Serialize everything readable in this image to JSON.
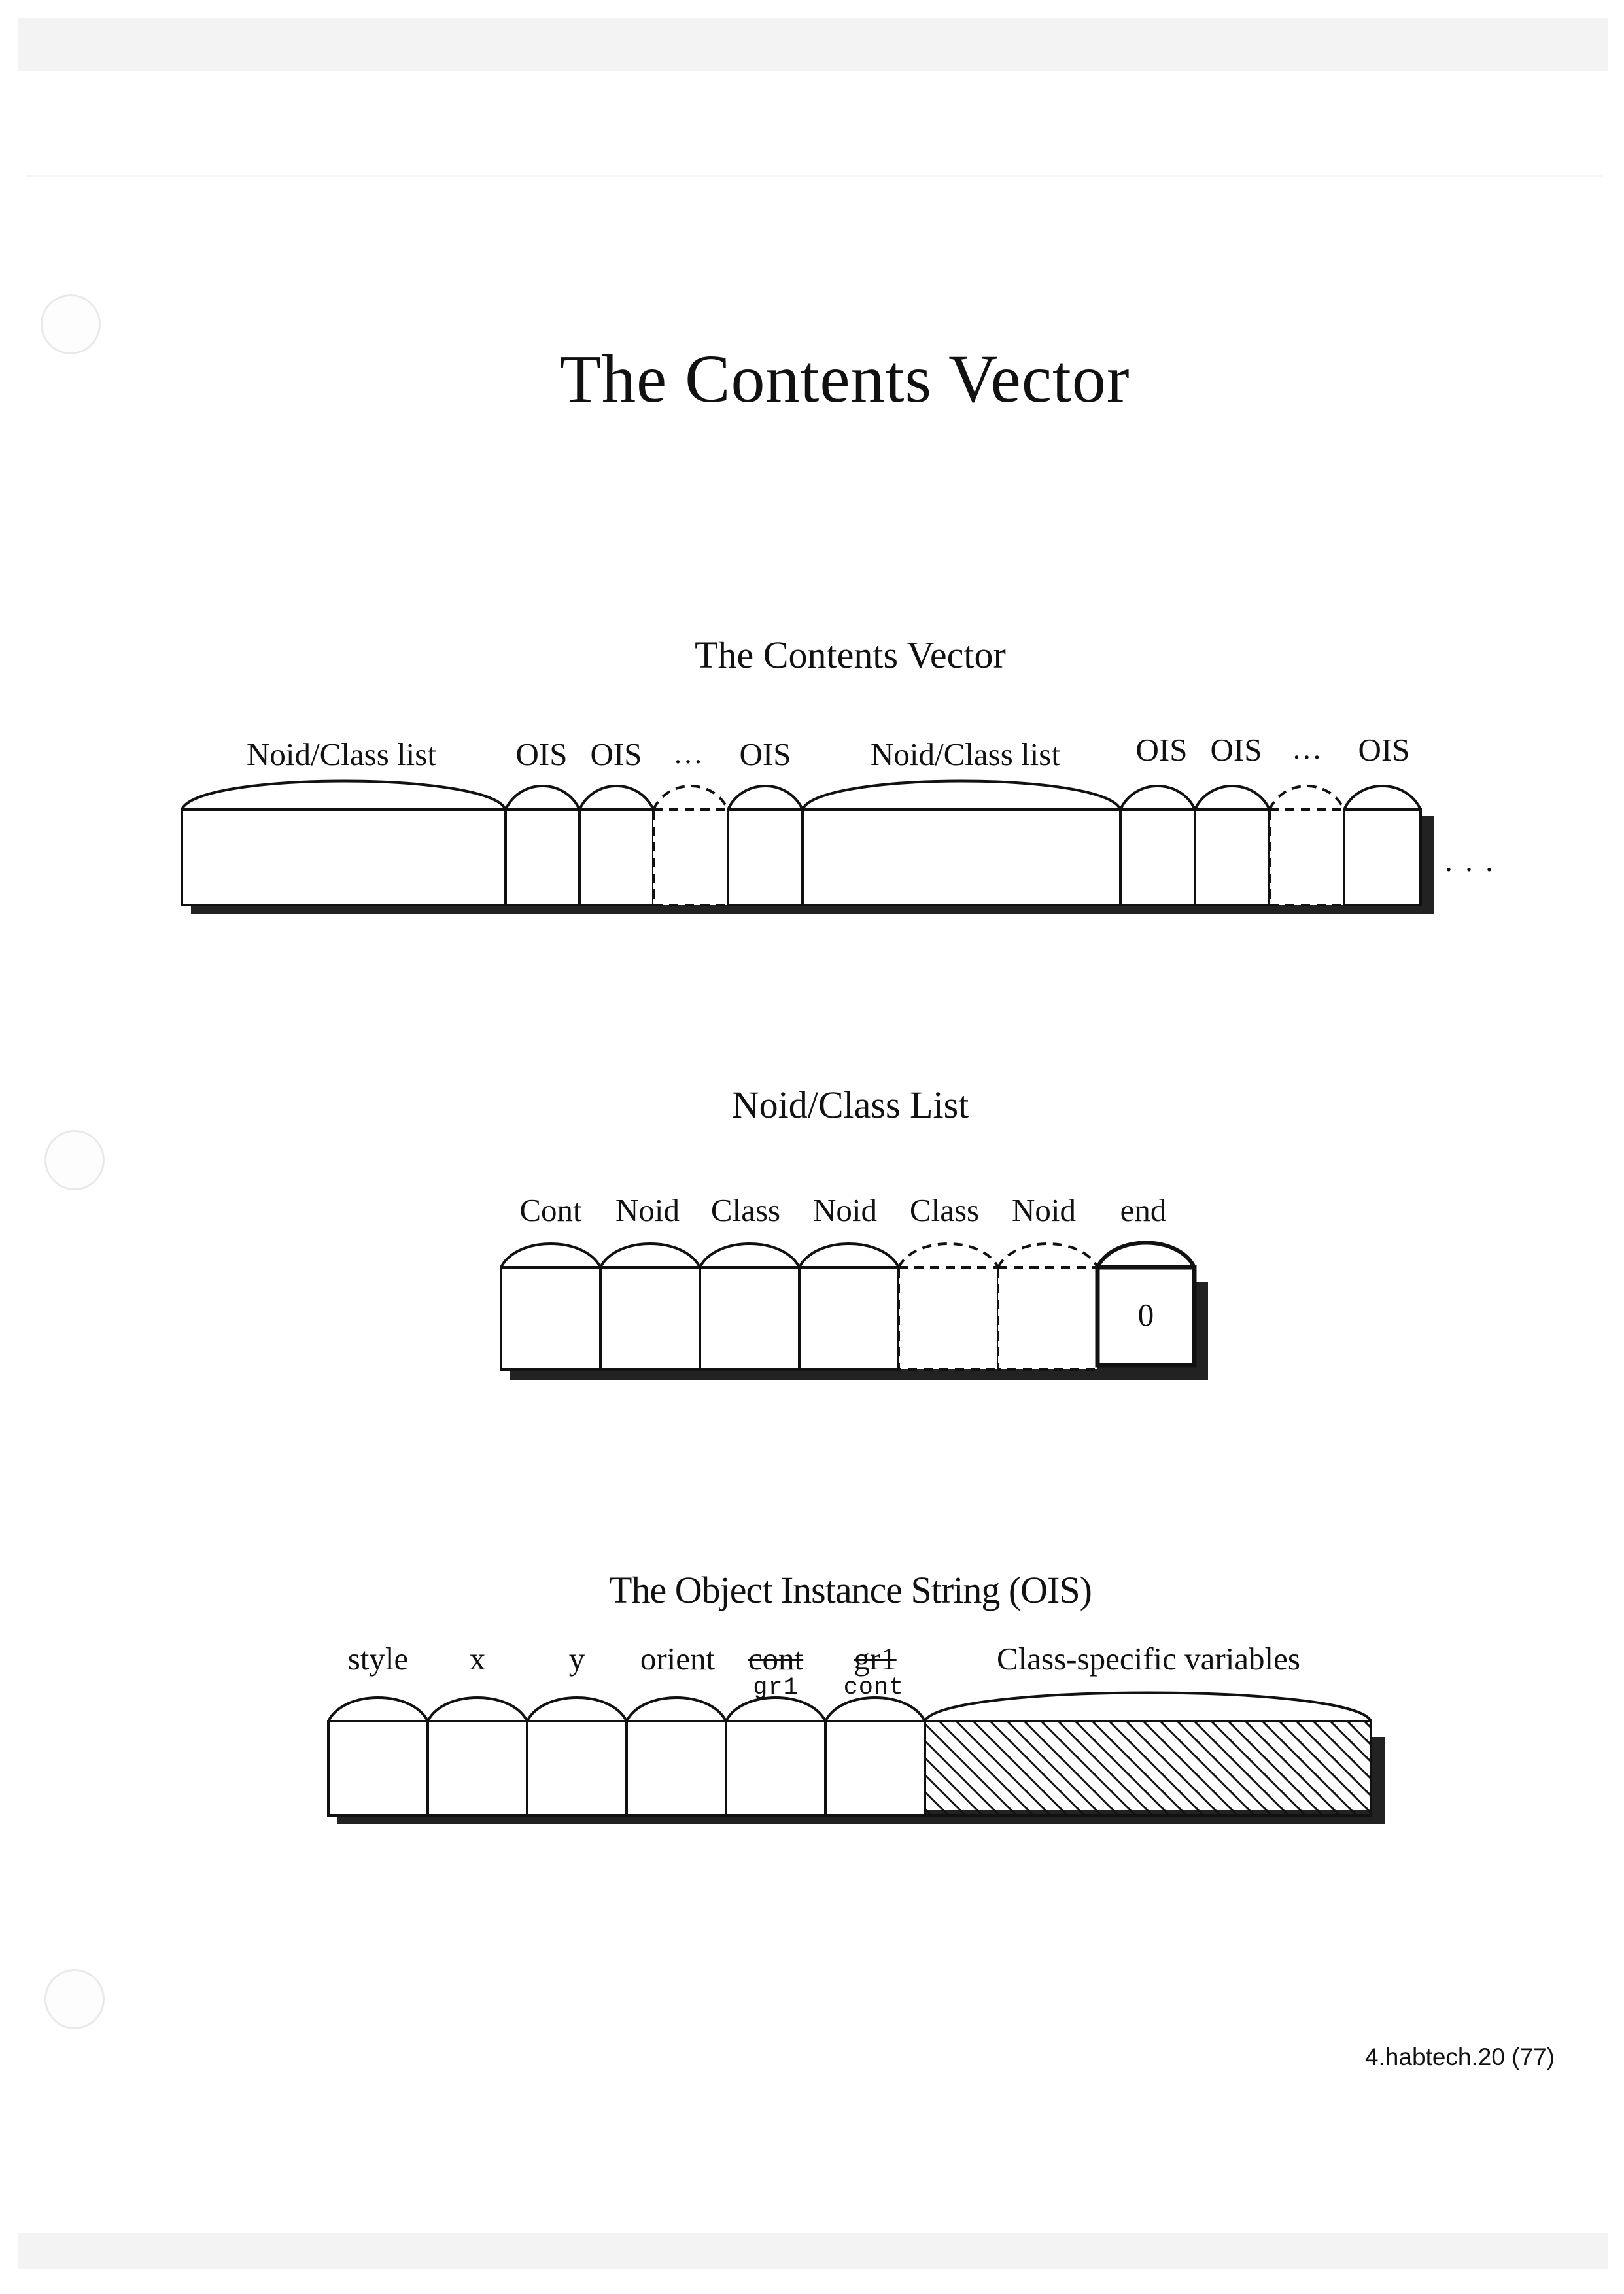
{
  "document": {
    "title": "The Contents Vector",
    "footer": "4.habtech.20  (77)"
  },
  "contents_vector": {
    "title": "The Contents Vector",
    "labels": [
      "Noid/Class list",
      "OIS",
      "OIS",
      "OIS",
      "Noid/Class list",
      "OIS",
      "OIS",
      "OIS"
    ],
    "ellipsis": "...",
    "trailing": ". . ."
  },
  "noid_class_list": {
    "title": "Noid/Class List",
    "labels": [
      "Cont",
      "Noid",
      "Class",
      "Noid",
      "Class",
      "Noid",
      "end"
    ],
    "end_value": "0"
  },
  "ois": {
    "title": "The Object Instance String (OIS)",
    "labels": [
      "style",
      "x",
      "y",
      "orient"
    ],
    "struck_labels": [
      "cont",
      "gr1"
    ],
    "handwritten_labels": [
      "gr1",
      "cont"
    ],
    "class_specific": "Class-specific variables"
  }
}
